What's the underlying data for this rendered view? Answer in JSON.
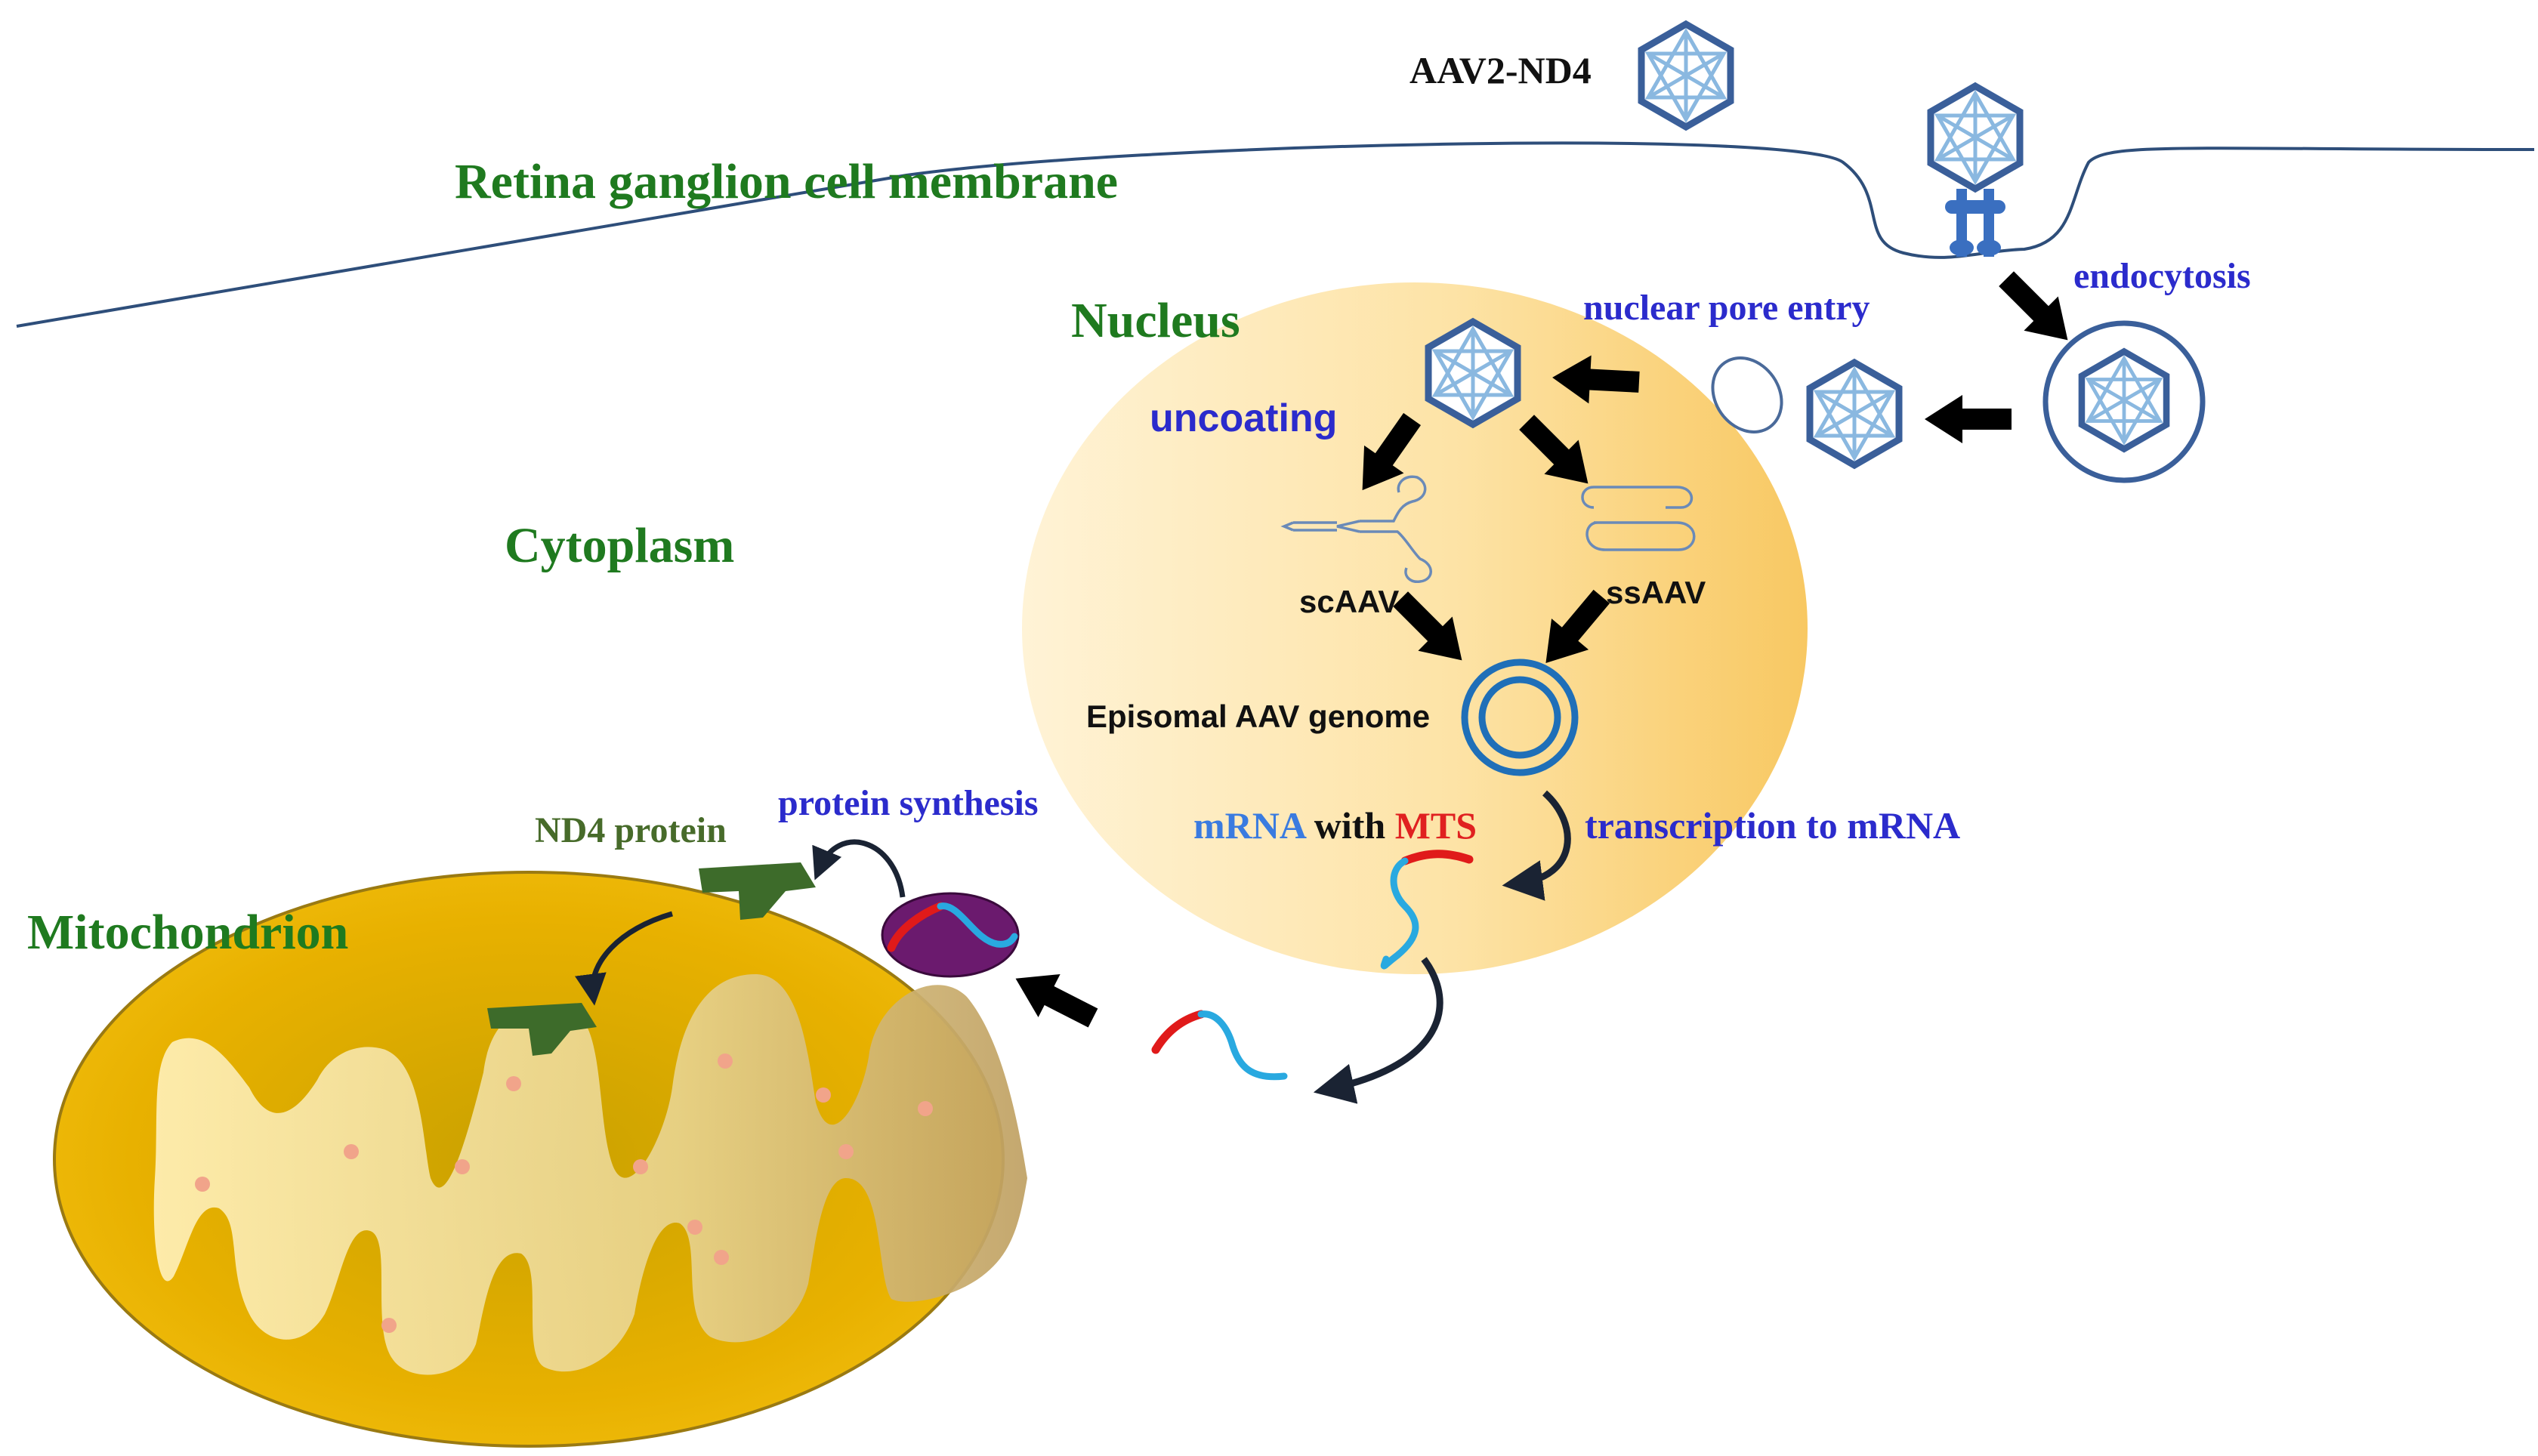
{
  "labels": {
    "membrane": "Retina ganglion cell membrane",
    "virus": "AAV2-ND4",
    "endocytosis": "endocytosis",
    "nuclear_pore_entry": "nuclear  pore  entry",
    "nucleus": "Nucleus",
    "uncoating": "uncoating",
    "cytoplasm": "Cytoplasm",
    "scaav": "scAAV",
    "ssaav": "ssAAV",
    "episomal": "Episomal AAV genome",
    "mrna": "mRNA",
    "with": "with",
    "mts": "MTS",
    "transcription": "transcription  to mRNA",
    "protein_synthesis": "protein  synthesis",
    "nd4_protein": "ND4 protein",
    "mitochondrion": "Mitochondrion"
  },
  "colors": {
    "label_green": "#1f7a1f",
    "label_blue": "#2b2bcc",
    "mts_red": "#e02020",
    "mrna_blue": "#29a9e0",
    "capsid_blue": "#3a5f9a",
    "nucleus_fill": "#fbd98a",
    "mitochondrion_fill": "#e8b100",
    "ribosome_purple": "#6b1a6e",
    "protein_green": "#3d6b2a"
  },
  "icons": [
    "aav-capsid-icon",
    "endosome-icon",
    "nuclear-pore-icon",
    "receptor-icon",
    "ribosome-icon",
    "nd4-protein-icon"
  ]
}
